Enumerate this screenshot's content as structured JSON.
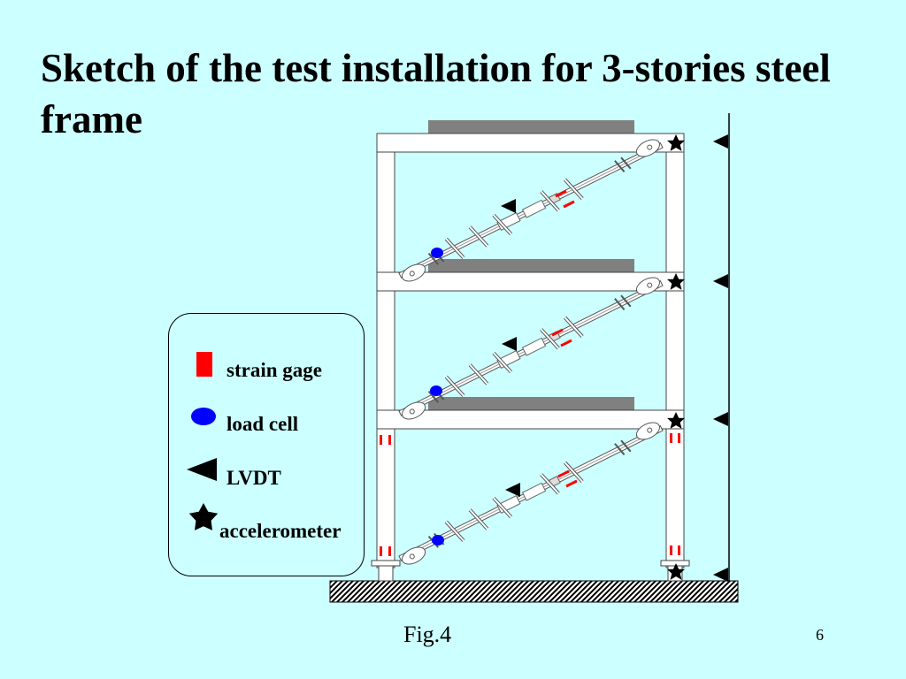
{
  "slide": {
    "title": "Sketch of the test installation for 3-stories steel frame",
    "caption": "Fig.4",
    "page_number": "6"
  },
  "legend": {
    "items": [
      {
        "symbol": "strain-gage-icon",
        "label": "strain gage",
        "color": "#ff0000"
      },
      {
        "symbol": "load-cell-icon",
        "label": "load cell",
        "color": "#0000ff"
      },
      {
        "symbol": "lvdt-icon",
        "label": "LVDT",
        "color": "#000000"
      },
      {
        "symbol": "accelerometer-icon",
        "label": "accelerometer",
        "color": "#000000"
      }
    ]
  },
  "colors": {
    "background": "#ccffff",
    "frame_member": "#ffffff",
    "mass_block": "#808080",
    "strain_gage": "#ff0000",
    "load_cell": "#0000ff"
  }
}
